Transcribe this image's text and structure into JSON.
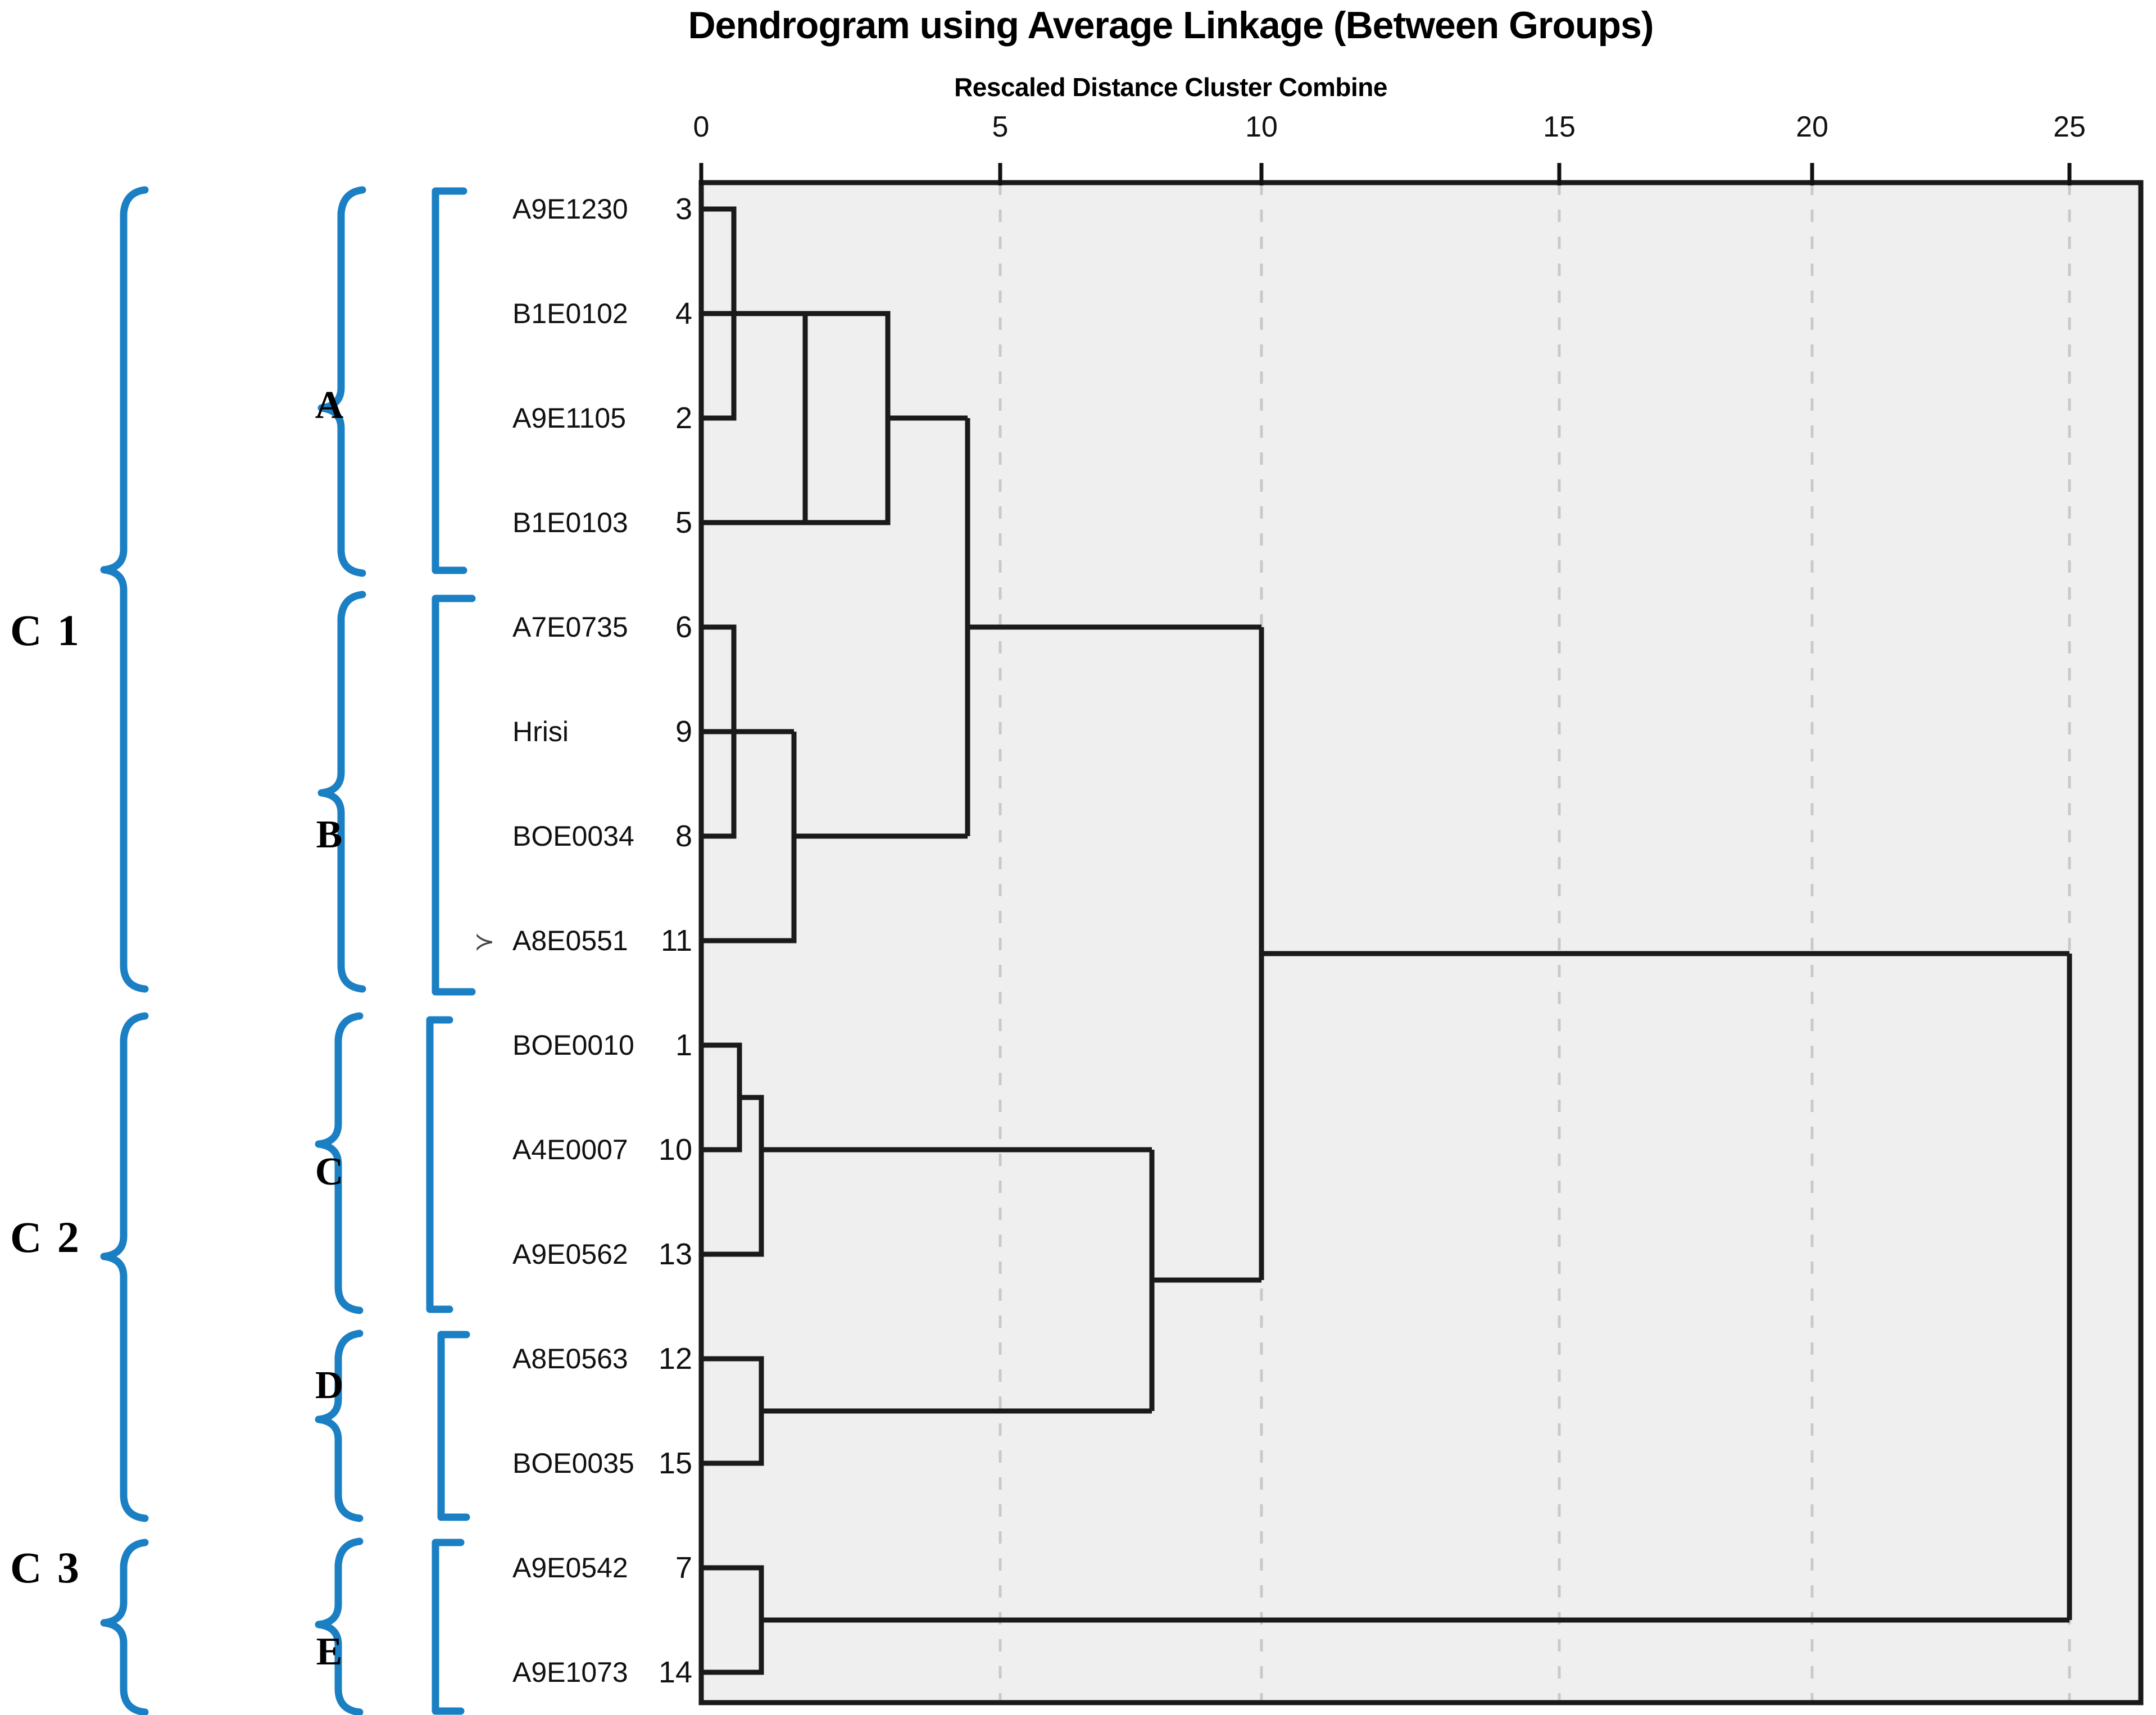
{
  "chart_data": {
    "type": "dendrogram",
    "title": "Dendrogram using Average Linkage (Between Groups)",
    "subtitle": "Rescaled Distance Cluster Combine",
    "xlabel": "Rescaled Distance Cluster Combine",
    "ylabel": "",
    "xlim": [
      0,
      26.5
    ],
    "xticks": [
      0,
      5,
      10,
      15,
      20,
      25
    ],
    "xtick_labels": [
      "0",
      "5",
      "10",
      "15",
      "20",
      "25"
    ],
    "grid": "vertical-dashed",
    "legend": "none",
    "plot_bg": "#efefef",
    "leaves": [
      {
        "order": 1,
        "label": "A9E1230",
        "num": "3"
      },
      {
        "order": 2,
        "label": "B1E0102",
        "num": "4"
      },
      {
        "order": 3,
        "label": "A9E1105",
        "num": "2"
      },
      {
        "order": 4,
        "label": "B1E0103",
        "num": "5"
      },
      {
        "order": 5,
        "label": "A7E0735",
        "num": "6"
      },
      {
        "order": 6,
        "label": "Hrisi",
        "num": "9"
      },
      {
        "order": 7,
        "label": "BOE0034",
        "num": "8"
      },
      {
        "order": 8,
        "label": "A8E0551",
        "num": "11"
      },
      {
        "order": 9,
        "label": "BOE0010",
        "num": "1"
      },
      {
        "order": 10,
        "label": "A4E0007",
        "num": "10"
      },
      {
        "order": 11,
        "label": "A9E0562",
        "num": "13"
      },
      {
        "order": 12,
        "label": "A8E0563",
        "num": "12"
      },
      {
        "order": 13,
        "label": "BOE0035",
        "num": "15"
      },
      {
        "order": 14,
        "label": "A9E0542",
        "num": "7"
      },
      {
        "order": 15,
        "label": "A9E1073",
        "num": "14"
      }
    ],
    "merges": [
      {
        "id": "m1",
        "children": [
          "leaf:1",
          "leaf:3"
        ],
        "distance": 0.6
      },
      {
        "id": "m2",
        "children": [
          "m1",
          "leaf:2"
        ],
        "distance": 1.9
      },
      {
        "id": "m3",
        "children": [
          "m2",
          "leaf:4"
        ],
        "distance": 3.4
      },
      {
        "id": "m4",
        "children": [
          "leaf:5",
          "leaf:7"
        ],
        "distance": 0.6
      },
      {
        "id": "m5",
        "children": [
          "m4",
          "leaf:6"
        ],
        "distance": 1.6
      },
      {
        "id": "m6",
        "children": [
          "m5",
          "leaf:8"
        ],
        "distance": 4.3
      },
      {
        "id": "m7",
        "children": [
          "m3",
          "m6"
        ],
        "distance": 5.0
      },
      {
        "id": "m8",
        "children": [
          "leaf:9",
          "leaf:10"
        ],
        "distance": 0.7
      },
      {
        "id": "m9",
        "children": [
          "m8",
          "leaf:11"
        ],
        "distance": 1.0
      },
      {
        "id": "m10",
        "children": [
          "leaf:12",
          "leaf:13"
        ],
        "distance": 0.9
      },
      {
        "id": "m11",
        "children": [
          "m9",
          "m10"
        ],
        "distance": 7.0
      },
      {
        "id": "m12",
        "children": [
          "m7",
          "m11"
        ],
        "distance": 10.0
      },
      {
        "id": "m13",
        "children": [
          "leaf:14",
          "leaf:15"
        ],
        "distance": 1.0
      },
      {
        "id": "m14",
        "children": [
          "m12",
          "m13"
        ],
        "distance": 25.0
      }
    ],
    "annotations": {
      "clusters": [
        {
          "name": "C 1",
          "members_groups": [
            "A",
            "B"
          ]
        },
        {
          "name": "C 2",
          "members_groups": [
            "C",
            "D"
          ]
        },
        {
          "name": "C 3",
          "members_groups": [
            "E"
          ]
        }
      ],
      "groups": [
        {
          "name": "A",
          "leaves": [
            "A9E1230",
            "B1E0102",
            "A9E1105",
            "B1E0103"
          ]
        },
        {
          "name": "B",
          "leaves": [
            "A7E0735",
            "Hrisi",
            "BOE0034",
            "A8E0551"
          ]
        },
        {
          "name": "C",
          "leaves": [
            "BOE0010",
            "A4E0007",
            "A9E0562"
          ]
        },
        {
          "name": "D",
          "leaves": [
            "A8E0563",
            "BOE0035"
          ]
        },
        {
          "name": "E",
          "leaves": [
            "A9E0542",
            "A9E1073"
          ]
        }
      ],
      "accent_color": "#1b7fc4",
      "marker_glyph": "≻"
    }
  },
  "header": {
    "title": "Dendrogram using Average Linkage (Between Groups)",
    "subtitle": "Rescaled Distance Cluster Combine"
  },
  "axis": {
    "ticks": [
      {
        "label": "0"
      },
      {
        "label": "5"
      },
      {
        "label": "10"
      },
      {
        "label": "15"
      },
      {
        "label": "20"
      },
      {
        "label": "25"
      }
    ]
  },
  "leaves": [
    {
      "label": "A9E1230",
      "num": "3"
    },
    {
      "label": "B1E0102",
      "num": "4"
    },
    {
      "label": "A9E1105",
      "num": "2"
    },
    {
      "label": "B1E0103",
      "num": "5"
    },
    {
      "label": "A7E0735",
      "num": "6"
    },
    {
      "label": "Hrisi",
      "num": "9"
    },
    {
      "label": "BOE0034",
      "num": "8"
    },
    {
      "label": "A8E0551",
      "num": "11"
    },
    {
      "label": "BOE0010",
      "num": "1"
    },
    {
      "label": "A4E0007",
      "num": "10"
    },
    {
      "label": "A9E0562",
      "num": "13"
    },
    {
      "label": "A8E0563",
      "num": "12"
    },
    {
      "label": "BOE0035",
      "num": "15"
    },
    {
      "label": "A9E0542",
      "num": "7"
    },
    {
      "label": "A9E1073",
      "num": "14"
    }
  ],
  "groups": [
    {
      "name": "A"
    },
    {
      "name": "B"
    },
    {
      "name": "C"
    },
    {
      "name": "D"
    },
    {
      "name": "E"
    }
  ],
  "clusters": [
    {
      "name": "C 1"
    },
    {
      "name": "C 2"
    },
    {
      "name": "C 3"
    }
  ],
  "marker": {
    "glyph": "≻"
  }
}
